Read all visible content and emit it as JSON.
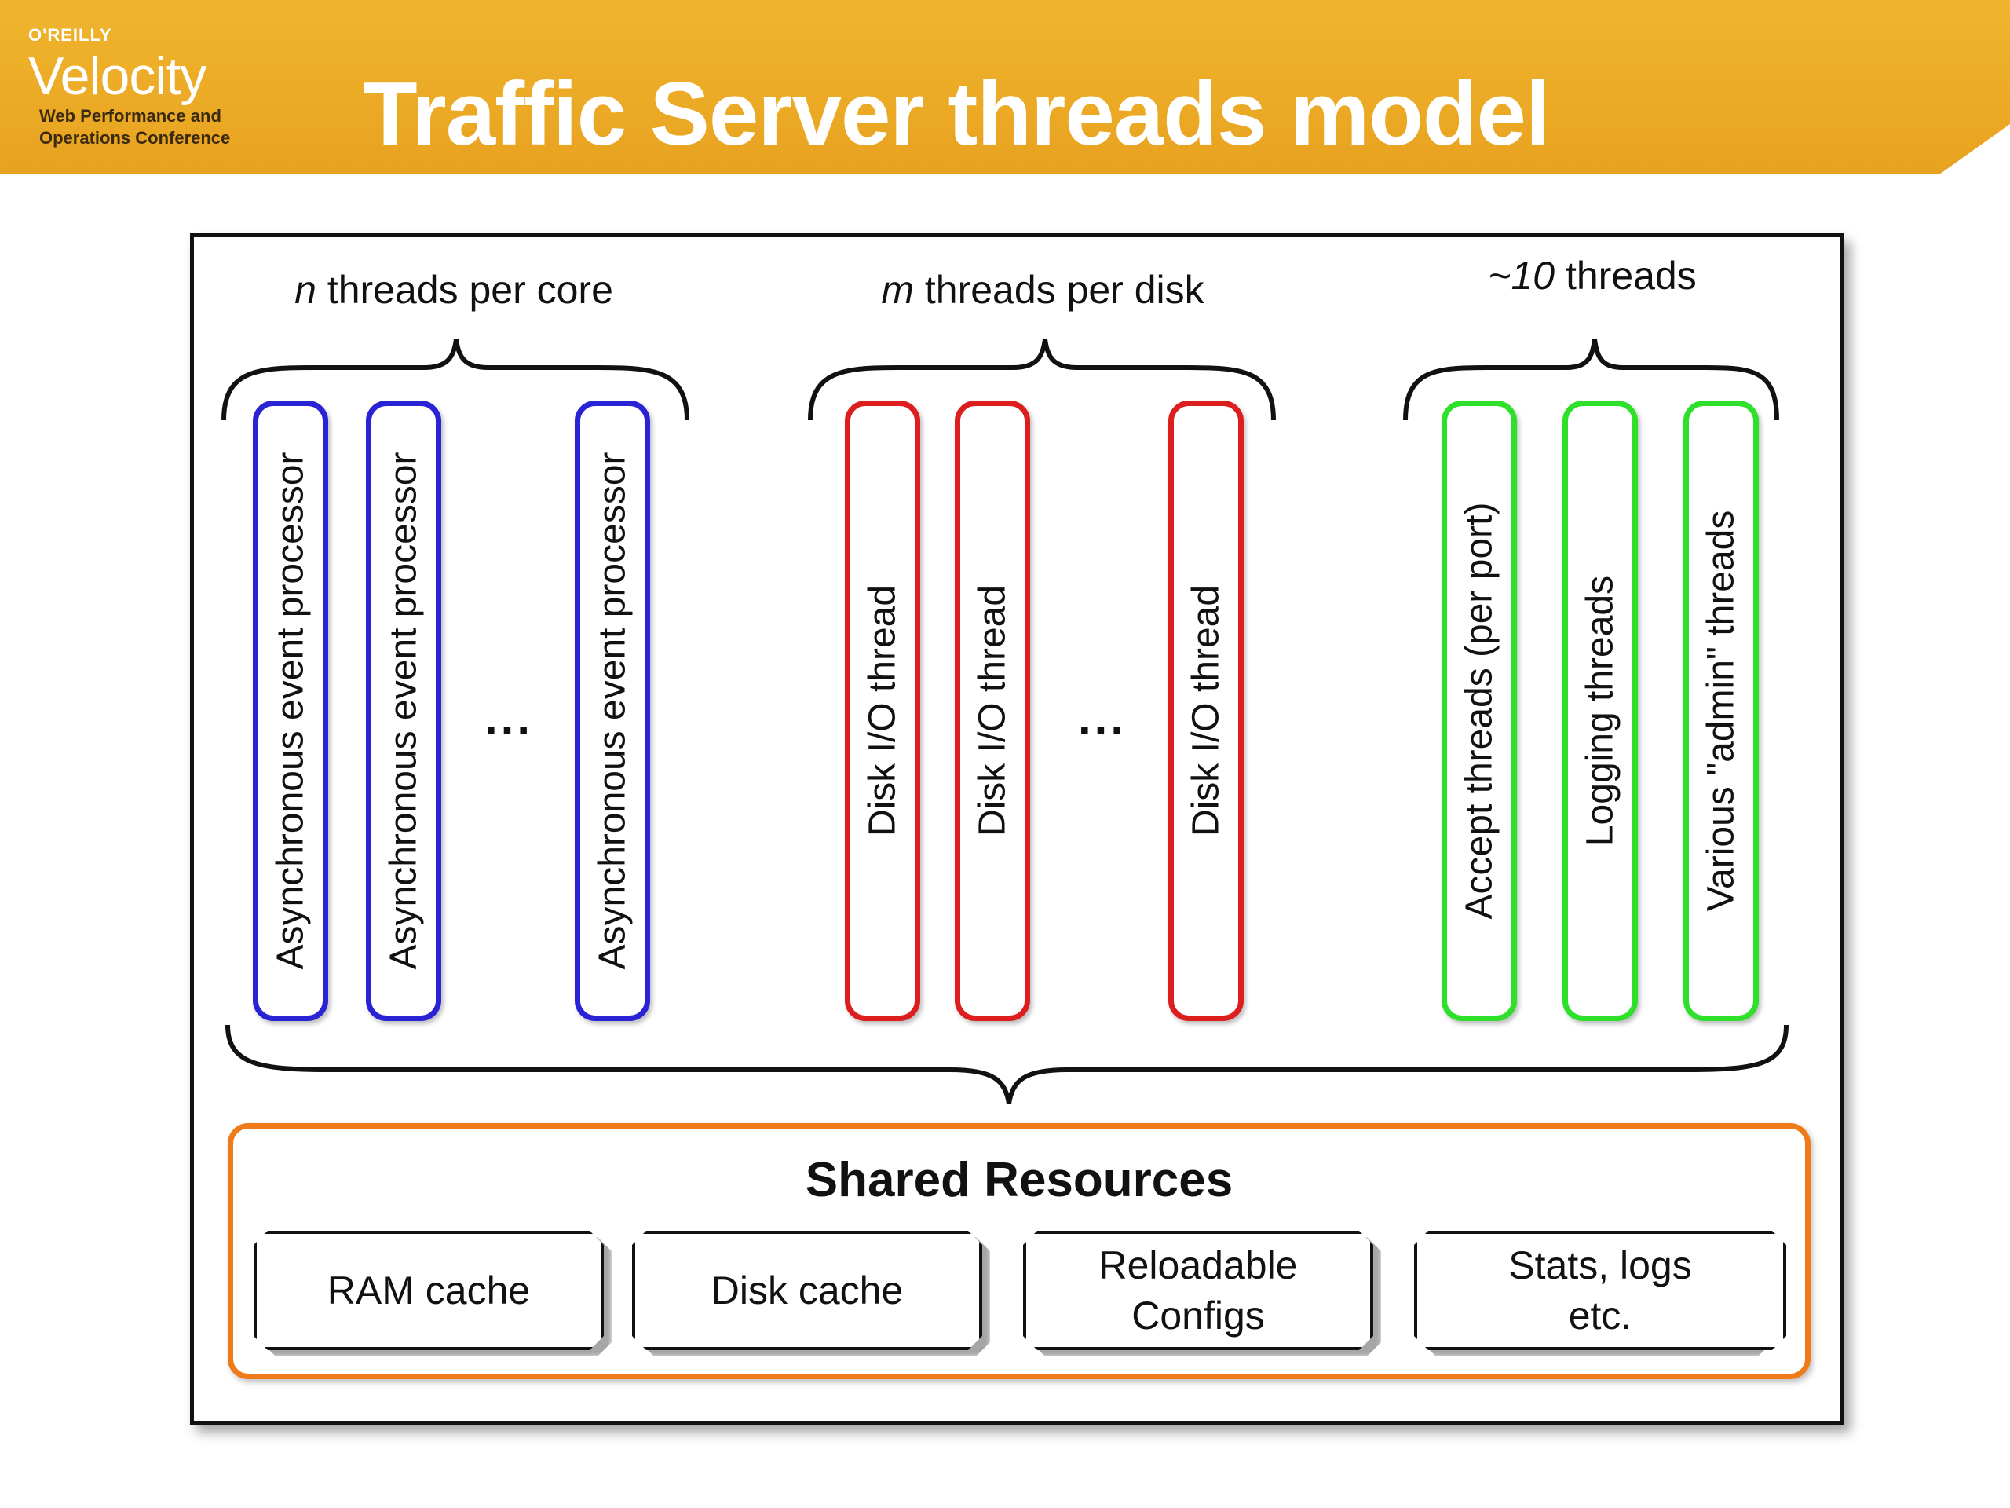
{
  "header": {
    "brand": "O'REILLY",
    "product": "Velocity",
    "tagline_1": "Web Performance and",
    "tagline_2": "Operations Conference",
    "title": "Traffic Server threads model"
  },
  "groups": [
    {
      "count_symbol": "n",
      "heading_rest": " threads per core",
      "threads": [
        "Asynchronous event processor",
        "Asynchronous event processor",
        "Asynchronous event processor"
      ],
      "ellipsis": "...",
      "color": "#2a23d6"
    },
    {
      "count_symbol": "m",
      "heading_rest": " threads per disk",
      "threads": [
        "Disk I/O thread",
        "Disk I/O thread",
        "Disk I/O thread"
      ],
      "ellipsis": "...",
      "color": "#dd1e1e"
    },
    {
      "count_symbol": "~10",
      "heading_rest": " threads",
      "threads": [
        "Accept threads (per port)",
        "Logging threads",
        "Various \"admin\" threads"
      ],
      "color": "#2fe02a"
    }
  ],
  "shared": {
    "title": "Shared Resources",
    "color": "#ef7a1a",
    "resources": [
      "RAM cache",
      "Disk cache",
      "Reloadable\nConfigs",
      "Stats, logs\netc."
    ]
  }
}
